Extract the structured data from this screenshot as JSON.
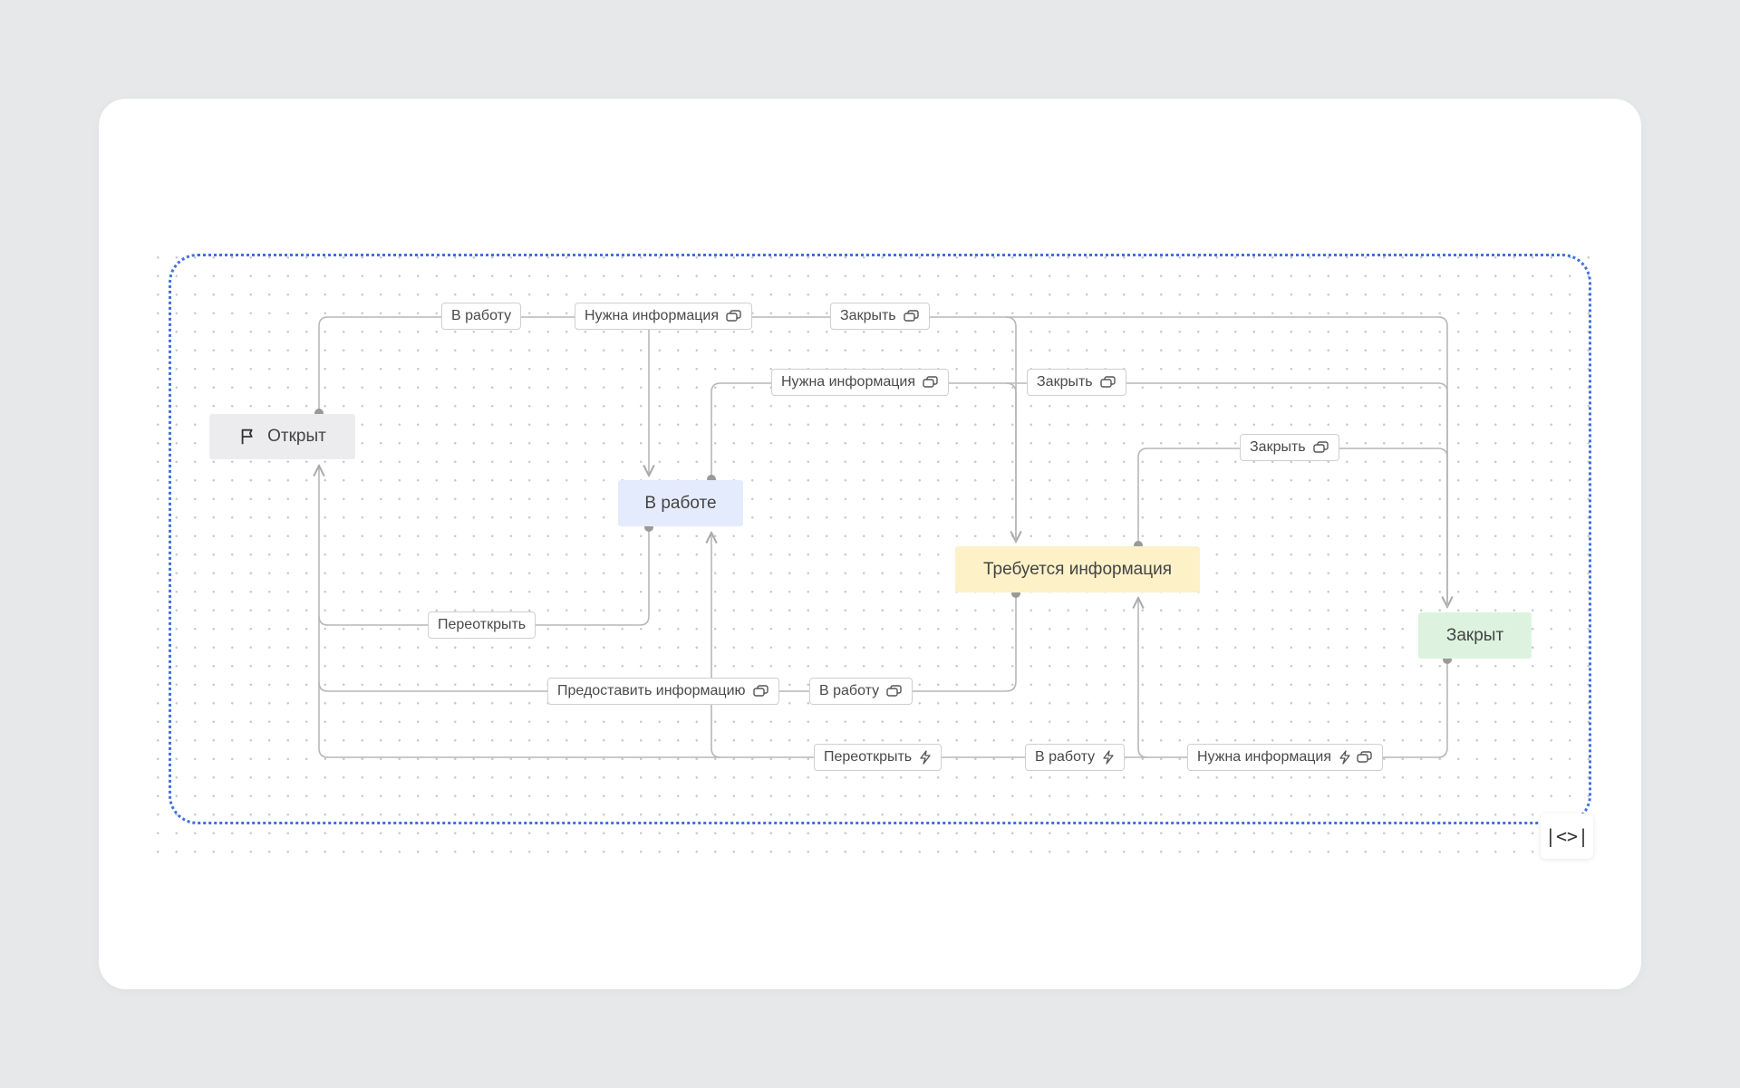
{
  "colors": {
    "page_bg": "#e7e8ea",
    "card_bg": "#ffffff",
    "selection": "#3f6fe0",
    "edge": "#b5b5b5",
    "status_open": "#ececee",
    "status_in_progress": "#e4ebfd",
    "status_need_info": "#fdf1c8",
    "status_closed": "#ddf3df"
  },
  "statuses": {
    "open": "Открыт",
    "in_progress": "В работе",
    "need_info": "Требуется информация",
    "closed": "Закрыт"
  },
  "transitions": {
    "t1": "В работу",
    "t2": "Нужна информация",
    "t3": "Закрыть",
    "t4": "Нужна информация",
    "t5": "Закрыть",
    "t6": "Закрыть",
    "t7": "Переоткрыть",
    "t8": "Предоставить информацию",
    "t9": "В работу",
    "t10": "Переоткрыть",
    "t11": "В работу",
    "t12": "Нужна информация"
  },
  "icons": {
    "open_node": "flag-icon",
    "screen": "screen-icon",
    "automation": "lightning-icon",
    "toolbar": "collapse-expand-icon"
  },
  "toolbar": {
    "toggle_label": "|<>|"
  }
}
